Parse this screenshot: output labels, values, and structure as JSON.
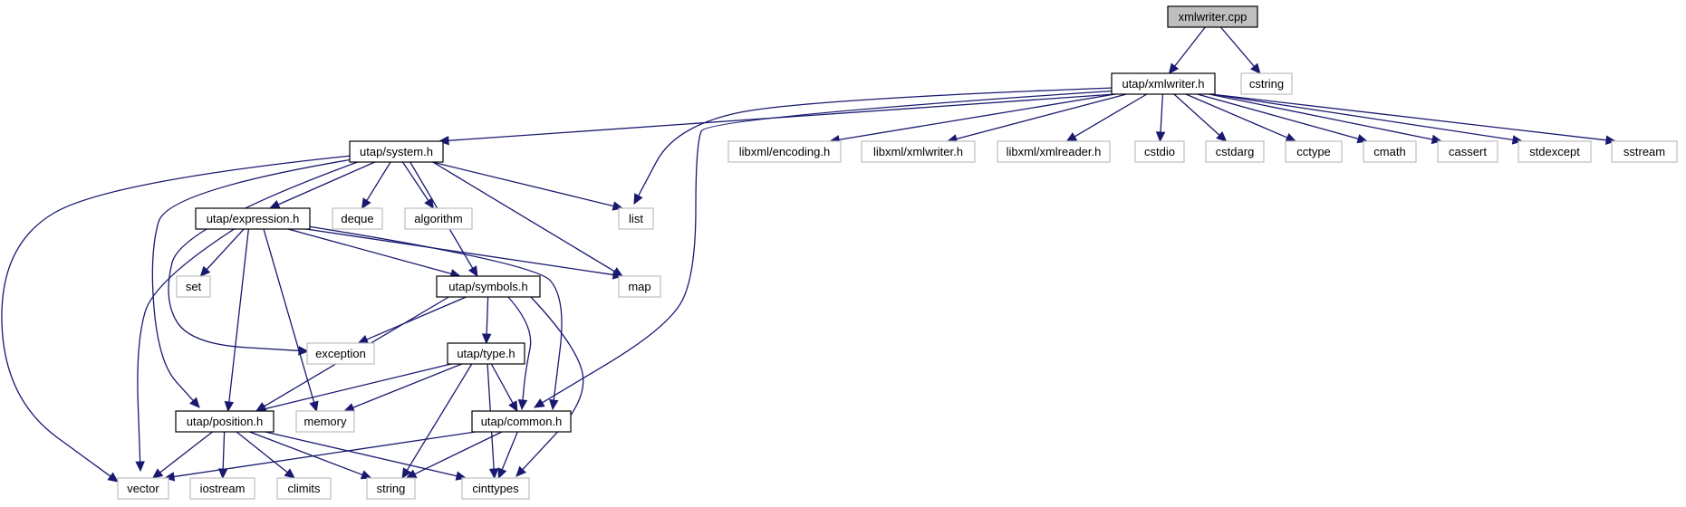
{
  "colors": {
    "edge": "#191970",
    "root_fill": "#bfbfbf",
    "root_stroke": "#000000",
    "project_stroke": "#000000",
    "external_stroke": "#bfbfbf",
    "node_fill": "#ffffff"
  },
  "nodes": [
    {
      "id": "xmlwriter_cpp",
      "label": "xmlwriter.cpp",
      "kind": "root"
    },
    {
      "id": "utap_xmlwriter_h",
      "label": "utap/xmlwriter.h",
      "kind": "project"
    },
    {
      "id": "cstring",
      "label": "cstring",
      "kind": "external"
    },
    {
      "id": "utap_system_h",
      "label": "utap/system.h",
      "kind": "project"
    },
    {
      "id": "libxml_encoding_h",
      "label": "libxml/encoding.h",
      "kind": "external"
    },
    {
      "id": "libxml_xmlwriter_h",
      "label": "libxml/xmlwriter.h",
      "kind": "external"
    },
    {
      "id": "libxml_xmlreader_h",
      "label": "libxml/xmlreader.h",
      "kind": "external"
    },
    {
      "id": "cstdio",
      "label": "cstdio",
      "kind": "external"
    },
    {
      "id": "cstdarg",
      "label": "cstdarg",
      "kind": "external"
    },
    {
      "id": "cctype",
      "label": "cctype",
      "kind": "external"
    },
    {
      "id": "cmath",
      "label": "cmath",
      "kind": "external"
    },
    {
      "id": "cassert",
      "label": "cassert",
      "kind": "external"
    },
    {
      "id": "stdexcept",
      "label": "stdexcept",
      "kind": "external"
    },
    {
      "id": "sstream",
      "label": "sstream",
      "kind": "external"
    },
    {
      "id": "utap_expression_h",
      "label": "utap/expression.h",
      "kind": "project"
    },
    {
      "id": "deque",
      "label": "deque",
      "kind": "external"
    },
    {
      "id": "algorithm",
      "label": "algorithm",
      "kind": "external"
    },
    {
      "id": "list",
      "label": "list",
      "kind": "external"
    },
    {
      "id": "set",
      "label": "set",
      "kind": "external"
    },
    {
      "id": "utap_symbols_h",
      "label": "utap/symbols.h",
      "kind": "project"
    },
    {
      "id": "map",
      "label": "map",
      "kind": "external"
    },
    {
      "id": "exception",
      "label": "exception",
      "kind": "external"
    },
    {
      "id": "utap_type_h",
      "label": "utap/type.h",
      "kind": "project"
    },
    {
      "id": "utap_position_h",
      "label": "utap/position.h",
      "kind": "project"
    },
    {
      "id": "memory",
      "label": "memory",
      "kind": "external"
    },
    {
      "id": "utap_common_h",
      "label": "utap/common.h",
      "kind": "project"
    },
    {
      "id": "vector",
      "label": "vector",
      "kind": "external"
    },
    {
      "id": "iostream",
      "label": "iostream",
      "kind": "external"
    },
    {
      "id": "climits",
      "label": "climits",
      "kind": "external"
    },
    {
      "id": "string",
      "label": "string",
      "kind": "external"
    },
    {
      "id": "cinttypes",
      "label": "cinttypes",
      "kind": "external"
    }
  ],
  "edges": [
    {
      "from": "xmlwriter_cpp",
      "to": "utap_xmlwriter_h"
    },
    {
      "from": "xmlwriter_cpp",
      "to": "cstring"
    },
    {
      "from": "utap_xmlwriter_h",
      "to": "utap_system_h"
    },
    {
      "from": "utap_xmlwriter_h",
      "to": "list"
    },
    {
      "from": "utap_xmlwriter_h",
      "to": "utap_common_h"
    },
    {
      "from": "utap_xmlwriter_h",
      "to": "libxml_encoding_h"
    },
    {
      "from": "utap_xmlwriter_h",
      "to": "libxml_xmlwriter_h"
    },
    {
      "from": "utap_xmlwriter_h",
      "to": "libxml_xmlreader_h"
    },
    {
      "from": "utap_xmlwriter_h",
      "to": "cstdio"
    },
    {
      "from": "utap_xmlwriter_h",
      "to": "cstdarg"
    },
    {
      "from": "utap_xmlwriter_h",
      "to": "cctype"
    },
    {
      "from": "utap_xmlwriter_h",
      "to": "cmath"
    },
    {
      "from": "utap_xmlwriter_h",
      "to": "cassert"
    },
    {
      "from": "utap_xmlwriter_h",
      "to": "stdexcept"
    },
    {
      "from": "utap_xmlwriter_h",
      "to": "sstream"
    },
    {
      "from": "utap_system_h",
      "to": "utap_expression_h"
    },
    {
      "from": "utap_system_h",
      "to": "deque"
    },
    {
      "from": "utap_system_h",
      "to": "algorithm"
    },
    {
      "from": "utap_system_h",
      "to": "list"
    },
    {
      "from": "utap_system_h",
      "to": "map"
    },
    {
      "from": "utap_system_h",
      "to": "utap_symbols_h"
    },
    {
      "from": "utap_system_h",
      "to": "exception"
    },
    {
      "from": "utap_system_h",
      "to": "utap_position_h"
    },
    {
      "from": "utap_system_h",
      "to": "vector"
    },
    {
      "from": "utap_expression_h",
      "to": "set"
    },
    {
      "from": "utap_expression_h",
      "to": "utap_symbols_h"
    },
    {
      "from": "utap_expression_h",
      "to": "map"
    },
    {
      "from": "utap_expression_h",
      "to": "utap_common_h"
    },
    {
      "from": "utap_expression_h",
      "to": "utap_position_h"
    },
    {
      "from": "utap_expression_h",
      "to": "memory"
    },
    {
      "from": "utap_expression_h",
      "to": "vector"
    },
    {
      "from": "utap_symbols_h",
      "to": "exception"
    },
    {
      "from": "utap_symbols_h",
      "to": "utap_type_h"
    },
    {
      "from": "utap_symbols_h",
      "to": "utap_common_h"
    },
    {
      "from": "utap_symbols_h",
      "to": "utap_position_h"
    },
    {
      "from": "utap_symbols_h",
      "to": "cinttypes"
    },
    {
      "from": "utap_type_h",
      "to": "utap_position_h"
    },
    {
      "from": "utap_type_h",
      "to": "memory"
    },
    {
      "from": "utap_type_h",
      "to": "utap_common_h"
    },
    {
      "from": "utap_type_h",
      "to": "string"
    },
    {
      "from": "utap_type_h",
      "to": "cinttypes"
    },
    {
      "from": "utap_position_h",
      "to": "vector"
    },
    {
      "from": "utap_position_h",
      "to": "iostream"
    },
    {
      "from": "utap_position_h",
      "to": "climits"
    },
    {
      "from": "utap_position_h",
      "to": "string"
    },
    {
      "from": "utap_position_h",
      "to": "cinttypes"
    },
    {
      "from": "utap_common_h",
      "to": "vector"
    },
    {
      "from": "utap_common_h",
      "to": "string"
    },
    {
      "from": "utap_common_h",
      "to": "cinttypes"
    }
  ]
}
